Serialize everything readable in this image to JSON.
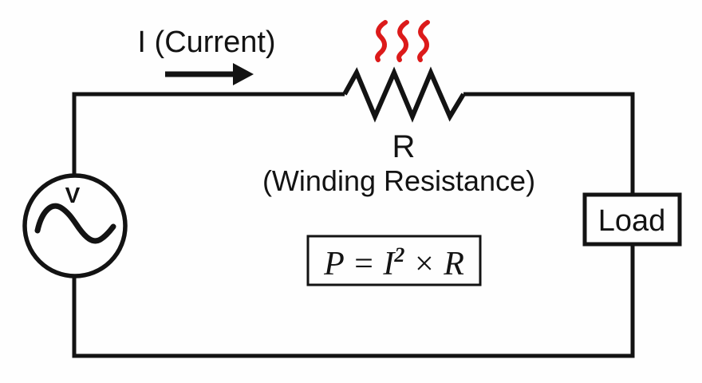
{
  "colors": {
    "wire": "#131313",
    "text": "#131313",
    "heat_red": "#dc1a1a",
    "background": "#fefefe"
  },
  "diagram": {
    "current_label": "I (Current)",
    "resistor_label": "R",
    "resistor_sublabel": "(Winding Resistance)",
    "source_label": "V",
    "load_label": "Load",
    "formula": {
      "full": "P = I² × R",
      "lhs": "P = I",
      "exponent": "2",
      "rhs": "× R"
    }
  },
  "icons": {
    "heat-wave-icon": "red S-shaped heat squiggle, three above resistor",
    "current-arrow-icon": "black rightward arrow",
    "ac-sine-icon": "sine wave inside AC source circle",
    "resistor-zigzag-icon": "zigzag resistor symbol"
  }
}
